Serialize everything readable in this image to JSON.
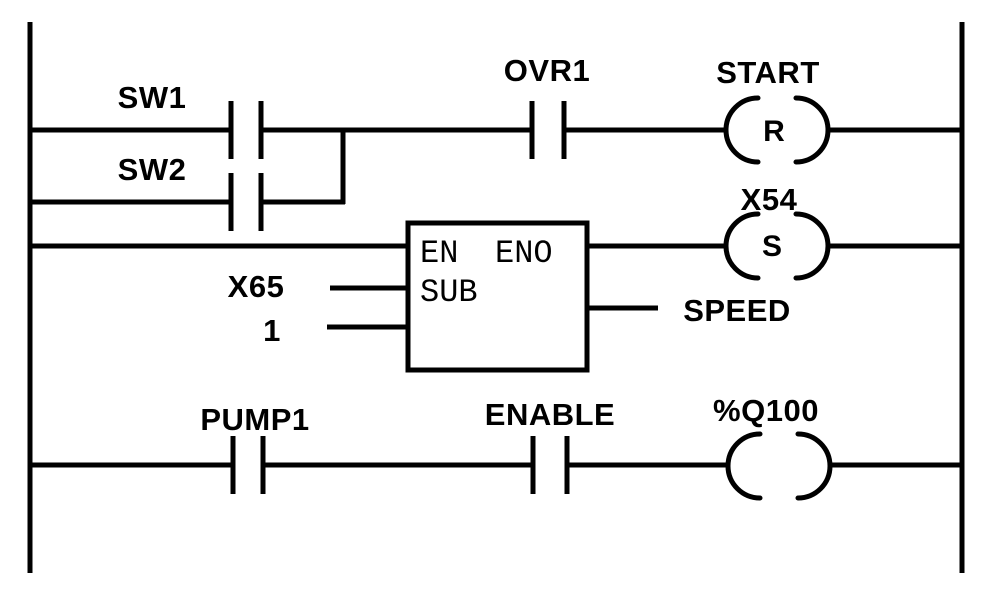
{
  "colors": {
    "wire": "#000000",
    "background": "#ffffff"
  },
  "ladder": {
    "type": "ladder-logic-diagram",
    "rung1": {
      "contact_sw1": "SW1",
      "contact_sw2": "SW2",
      "contact_ovr1": "OVR1",
      "coil_label": "START",
      "coil_symbol": "R"
    },
    "rung2": {
      "block": {
        "en": "EN",
        "eno": "ENO",
        "name": "SUB",
        "input1": "X65",
        "input2": "1",
        "output": "SPEED"
      },
      "coil_label": "X54",
      "coil_symbol": "S"
    },
    "rung3": {
      "contact_pump1": "PUMP1",
      "contact_enable": "ENABLE",
      "coil_label": "%Q100",
      "coil_symbol": ""
    }
  }
}
